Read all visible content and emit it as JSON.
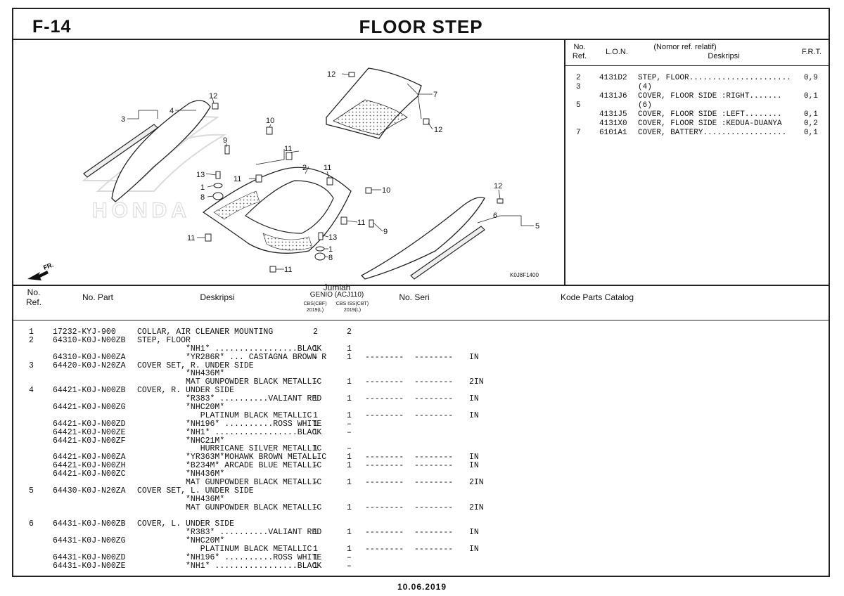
{
  "header": {
    "code": "F-14",
    "title": "FLOOR STEP"
  },
  "figure_code": "K0J8F1400",
  "watermark": "HONDA",
  "direction_label": "FR.",
  "callouts": [
    "1",
    "2",
    "3",
    "4",
    "5",
    "6",
    "7",
    "8",
    "9",
    "10",
    "11",
    "12",
    "13"
  ],
  "ref_panel": {
    "headers": {
      "no": "No.",
      "ref": "Ref.",
      "lon": "L.O.N.",
      "desc_top": "(Nomor ref. relatif)",
      "desc": "Deskripsi",
      "frt": "F.R.T."
    },
    "rows": [
      {
        "no": "2",
        "lon": "4131D2",
        "desc": "STEP, FLOOR......................",
        "frt": "0,9"
      },
      {
        "no": "3",
        "lon": "",
        "desc": "(4)",
        "frt": ""
      },
      {
        "no": "",
        "lon": "4131J6",
        "desc": "COVER, FLOOR SIDE :RIGHT.......",
        "frt": "0,1"
      },
      {
        "no": "5",
        "lon": "",
        "desc": "(6)",
        "frt": ""
      },
      {
        "no": "",
        "lon": "4131J5",
        "desc": "COVER, FLOOR SIDE :LEFT........",
        "frt": "0,1"
      },
      {
        "no": "",
        "lon": "4131X0",
        "desc": "COVER, FLOOR SIDE :KEDUA-DUANYA",
        "frt": "0,2"
      },
      {
        "no": "7",
        "lon": "6101A1",
        "desc": "COVER, BATTERY..................",
        "frt": "0,1"
      }
    ]
  },
  "table": {
    "headers": {
      "no": "No.",
      "ref": "Ref.",
      "part": "No. Part",
      "desc": "Deskripsi",
      "qty": "Jumlah",
      "model": "GENIO (ACJ110)",
      "v1": "CBS(CBF)",
      "v1y": "2019(L)",
      "v2": "CBS ISS(CBT)",
      "v2y": "2019(L)",
      "serial": "No. Seri",
      "catalog": "Kode Parts Catalog"
    },
    "rows": [
      {
        "ref": "1",
        "part": "17232-KYJ-900",
        "desc": "COLLAR, AIR CLEANER MOUNTING",
        "q1": "2",
        "q2": "2",
        "s1": "",
        "s2": "",
        "code": ""
      },
      {
        "ref": "2",
        "part": "64310-K0J-N00ZB",
        "desc": "STEP, FLOOR",
        "q1": "",
        "q2": "",
        "s1": "",
        "s2": "",
        "code": ""
      },
      {
        "ref": "",
        "part": "",
        "desc": "          *NH1* .................BLACK",
        "q1": "1",
        "q2": "1",
        "s1": "",
        "s2": "",
        "code": ""
      },
      {
        "ref": "",
        "part": "64310-K0J-N00ZA",
        "desc": "          *YR286R* ... CASTAGNA BROWN R",
        "q1": "–",
        "q2": "1",
        "s1": "--------",
        "s2": "--------",
        "code": "IN"
      },
      {
        "ref": "3",
        "part": "64420-K0J-N20ZA",
        "desc": "COVER SET, R. UNDER SIDE",
        "q1": "",
        "q2": "",
        "s1": "",
        "s2": "",
        "code": ""
      },
      {
        "ref": "",
        "part": "",
        "desc": "          *NH436M*",
        "q1": "",
        "q2": "",
        "s1": "",
        "s2": "",
        "code": ""
      },
      {
        "ref": "",
        "part": "",
        "desc": "          MAT GUNPOWDER BLACK METALLIC",
        "q1": "–",
        "q2": "1",
        "s1": "--------",
        "s2": "--------",
        "code": "2IN"
      },
      {
        "ref": "4",
        "part": "64421-K0J-N00ZB",
        "desc": "COVER, R. UNDER SIDE",
        "q1": "",
        "q2": "",
        "s1": "",
        "s2": "",
        "code": ""
      },
      {
        "ref": "",
        "part": "",
        "desc": "          *R383* ..........VALIANT RED",
        "q1": "1",
        "q2": "1",
        "s1": "--------",
        "s2": "--------",
        "code": "IN"
      },
      {
        "ref": "",
        "part": "64421-K0J-N00ZG",
        "desc": "          *NHC20M*",
        "q1": "",
        "q2": "",
        "s1": "",
        "s2": "",
        "code": ""
      },
      {
        "ref": "",
        "part": "",
        "desc": "             PLATINUM BLACK METALLIC",
        "q1": "1",
        "q2": "1",
        "s1": "--------",
        "s2": "--------",
        "code": "IN"
      },
      {
        "ref": "",
        "part": "64421-K0J-N00ZD",
        "desc": "          *NH196* ..........ROSS WHITE",
        "q1": "1",
        "q2": "–",
        "s1": "",
        "s2": "",
        "code": ""
      },
      {
        "ref": "",
        "part": "64421-K0J-N00ZE",
        "desc": "          *NH1* .................BLACK",
        "q1": "1",
        "q2": "–",
        "s1": "",
        "s2": "",
        "code": ""
      },
      {
        "ref": "",
        "part": "64421-K0J-N00ZF",
        "desc": "          *NHC21M*",
        "q1": "",
        "q2": "",
        "s1": "",
        "s2": "",
        "code": ""
      },
      {
        "ref": "",
        "part": "",
        "desc": "             HURRICANE SILVER METALLIC",
        "q1": "1",
        "q2": "–",
        "s1": "",
        "s2": "",
        "code": ""
      },
      {
        "ref": "",
        "part": "64421-K0J-N00ZA",
        "desc": "          *YR363M*MOHAWK BROWN METALLIC",
        "q1": "–",
        "q2": "1",
        "s1": "--------",
        "s2": "--------",
        "code": "IN"
      },
      {
        "ref": "",
        "part": "64421-K0J-N00ZH",
        "desc": "          *B234M* ARCADE BLUE METALLIC",
        "q1": "–",
        "q2": "1",
        "s1": "--------",
        "s2": "--------",
        "code": "IN"
      },
      {
        "ref": "",
        "part": "64421-K0J-N00ZC",
        "desc": "          *NH436M*",
        "q1": "",
        "q2": "",
        "s1": "",
        "s2": "",
        "code": ""
      },
      {
        "ref": "",
        "part": "",
        "desc": "          MAT GUNPOWDER BLACK METALLIC",
        "q1": "–",
        "q2": "1",
        "s1": "--------",
        "s2": "--------",
        "code": "2IN"
      },
      {
        "ref": "5",
        "part": "64430-K0J-N20ZA",
        "desc": "COVER SET, L. UNDER SIDE",
        "q1": "",
        "q2": "",
        "s1": "",
        "s2": "",
        "code": ""
      },
      {
        "ref": "",
        "part": "",
        "desc": "          *NH436M*",
        "q1": "",
        "q2": "",
        "s1": "",
        "s2": "",
        "code": ""
      },
      {
        "ref": "",
        "part": "",
        "desc": "          MAT GUNPOWDER BLACK METALLIC",
        "q1": "–",
        "q2": "1",
        "s1": "--------",
        "s2": "--------",
        "code": "2IN"
      },
      {
        "ref": "",
        "part": "",
        "desc": "",
        "q1": "",
        "q2": "",
        "s1": "",
        "s2": "",
        "code": ""
      },
      {
        "ref": "6",
        "part": "64431-K0J-N00ZB",
        "desc": "COVER, L. UNDER SIDE",
        "q1": "",
        "q2": "",
        "s1": "",
        "s2": "",
        "code": ""
      },
      {
        "ref": "",
        "part": "",
        "desc": "          *R383* ..........VALIANT RED",
        "q1": "1",
        "q2": "1",
        "s1": "--------",
        "s2": "--------",
        "code": "IN"
      },
      {
        "ref": "",
        "part": "64431-K0J-N00ZG",
        "desc": "          *NHC20M*",
        "q1": "",
        "q2": "",
        "s1": "",
        "s2": "",
        "code": ""
      },
      {
        "ref": "",
        "part": "",
        "desc": "             PLATINUM BLACK METALLIC",
        "q1": "1",
        "q2": "1",
        "s1": "--------",
        "s2": "--------",
        "code": "IN"
      },
      {
        "ref": "",
        "part": "64431-K0J-N00ZD",
        "desc": "          *NH196* ..........ROSS WHITE",
        "q1": "1",
        "q2": "–",
        "s1": "",
        "s2": "",
        "code": ""
      },
      {
        "ref": "",
        "part": "64431-K0J-N00ZE",
        "desc": "          *NH1* .................BLACK",
        "q1": "1",
        "q2": "–",
        "s1": "",
        "s2": "",
        "code": ""
      }
    ]
  },
  "footer": {
    "date": "10.06.2019"
  }
}
